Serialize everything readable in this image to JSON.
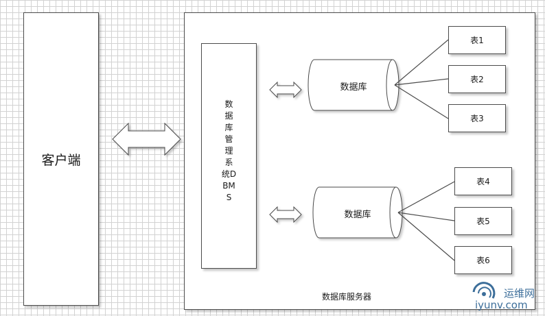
{
  "client": {
    "label": "客户端"
  },
  "server": {
    "label": "数据库服务器"
  },
  "dbms": {
    "label": "数据库管理系统DBMS"
  },
  "databases": [
    {
      "label": "数据库"
    },
    {
      "label": "数据库"
    }
  ],
  "tables": [
    {
      "label": "表1"
    },
    {
      "label": "表2"
    },
    {
      "label": "表3"
    },
    {
      "label": "表4"
    },
    {
      "label": "表5"
    },
    {
      "label": "表6"
    }
  ],
  "watermark": {
    "line1": "运维网",
    "line2": "iyunv.com"
  },
  "colors": {
    "line": "#4a4a4a",
    "shadow": "#b5b5b5",
    "watermark": "#3c6e9a",
    "grid": "#d2d2d2"
  }
}
